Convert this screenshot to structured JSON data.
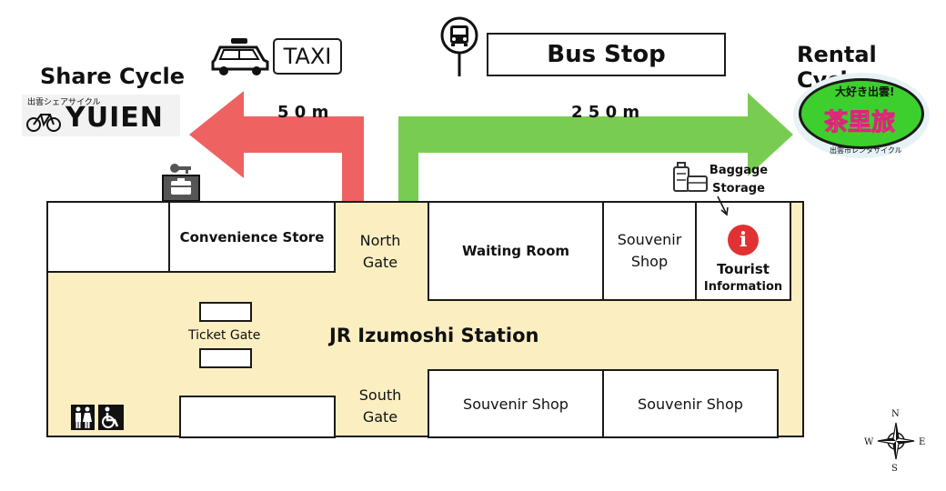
{
  "colors": {
    "station_floor": "#fbefc2",
    "left_arrow": "#ef6262",
    "right_arrow": "#79cc52",
    "info_icon": "#e03232",
    "outline": "#1a1a1a"
  },
  "top": {
    "taxi_label": "TAXI",
    "bus_stop_label": "Bus Stop",
    "share_cycle_title": "Share Cycle",
    "rental_cycle_title": "Rental Cycle",
    "yuien_sub": "出雲シェアサイクル",
    "yuien_brand": "YUIEN",
    "rental_logo_tag": "大好き出雲!",
    "rental_logo_name": "茶里旅",
    "rental_logo_sub": "出雲市レンタサイクル",
    "left_distance": "5 0 m",
    "right_distance": "2 5 0 m"
  },
  "station": {
    "name": "JR Izumoshi Station",
    "convenience_store": "Convenience Store",
    "north_gate_line1": "North",
    "north_gate_line2": "Gate",
    "south_gate_line1": "South",
    "south_gate_line2": "Gate",
    "waiting_room": "Waiting Room",
    "souvenir_shop_line1": "Souvenir",
    "souvenir_shop_line2": "Shop",
    "tourist_line1": "Tourist",
    "tourist_line2": "Information",
    "info_glyph": "i",
    "ticket_gate": "Ticket Gate",
    "souvenir_shop_a": "Souvenir Shop",
    "souvenir_shop_b": "Souvenir Shop",
    "baggage_line1": "Baggage",
    "baggage_line2": "Storage"
  },
  "compass": {
    "n": "N",
    "s": "S",
    "e": "E",
    "w": "W"
  },
  "icons": [
    "taxi-icon",
    "bus-icon",
    "locker-key-icon",
    "luggage-icon",
    "info-icon",
    "restroom-icon",
    "wheelchair-icon",
    "compass-icon",
    "bicycle-icon"
  ]
}
